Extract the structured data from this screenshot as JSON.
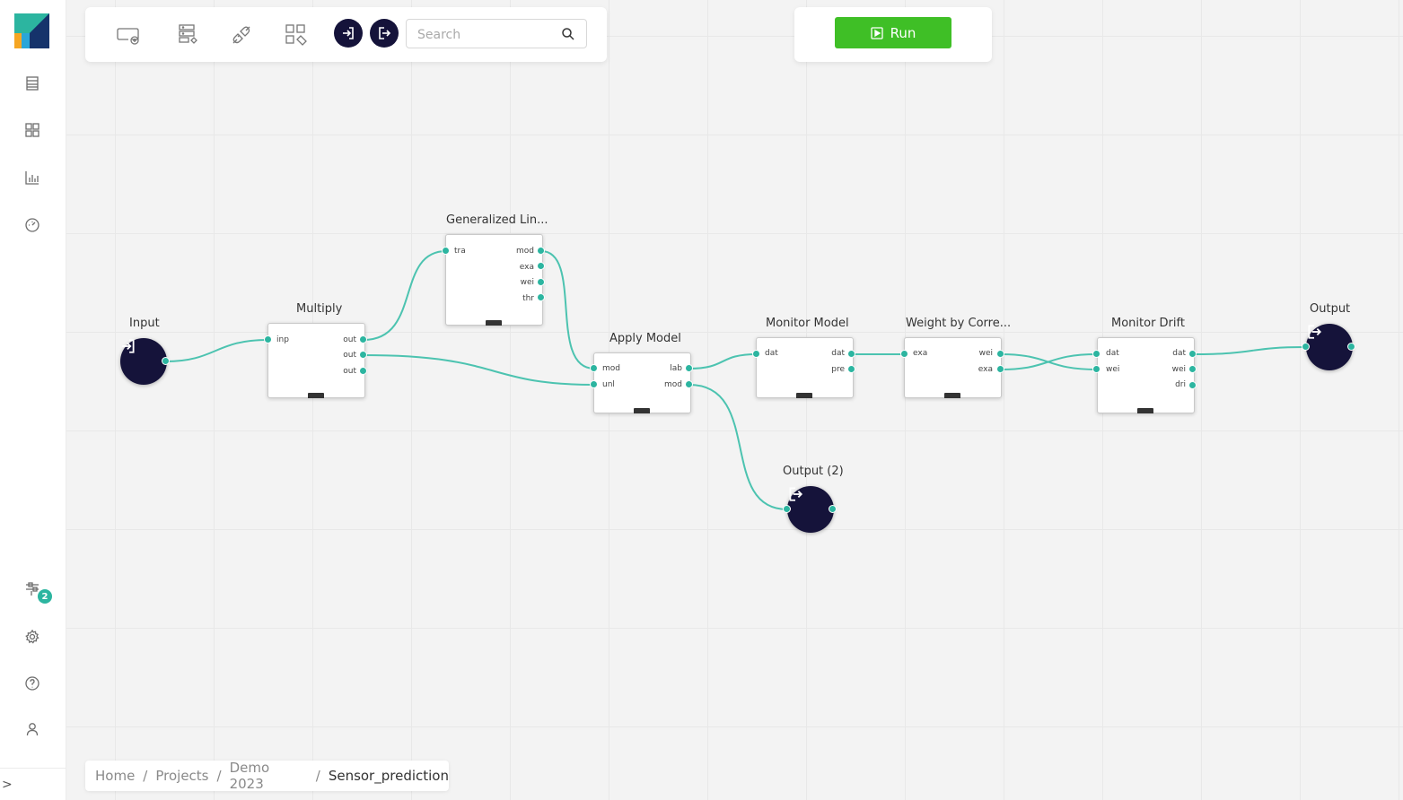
{
  "toolbar": {
    "search_placeholder": "Search"
  },
  "run_button": {
    "label": "Run",
    "color": "#3fbf26"
  },
  "sidebar": {
    "items": [
      "grid-list-icon",
      "dashboard-icon",
      "bar-chart-icon",
      "gauge-icon"
    ],
    "bottom_items": [
      "deployments-icon",
      "gear-icon",
      "help-icon",
      "user-icon"
    ],
    "badge_count": "2",
    "collapse": ">"
  },
  "workflow": {
    "connection_color": "#4cc3b0",
    "io_color": "#15133a",
    "nodes": {
      "input": {
        "label": "Input"
      },
      "multiply": {
        "label": "Multiply",
        "ports_in": [
          "inp"
        ],
        "ports_out": [
          "out",
          "out",
          "out"
        ]
      },
      "glm": {
        "label": "Generalized Lin...",
        "ports_in": [
          "tra"
        ],
        "ports_out": [
          "mod",
          "exa",
          "wei",
          "thr"
        ]
      },
      "apply_model": {
        "label": "Apply Model",
        "ports_in": [
          "mod",
          "unl"
        ],
        "ports_out": [
          "lab",
          "mod"
        ]
      },
      "monitor_model": {
        "label": "Monitor Model",
        "ports_in": [
          "dat"
        ],
        "ports_out": [
          "dat",
          "pre"
        ]
      },
      "weight_corr": {
        "label": "Weight by Corre...",
        "ports_in": [
          "exa"
        ],
        "ports_out": [
          "wei",
          "exa"
        ]
      },
      "monitor_drift": {
        "label": "Monitor Drift",
        "ports_in": [
          "dat",
          "wei"
        ],
        "ports_out": [
          "dat",
          "wei",
          "dri"
        ]
      },
      "output": {
        "label": "Output"
      },
      "output2": {
        "label": "Output (2)"
      }
    }
  },
  "breadcrumb": {
    "items": [
      "Home",
      "Projects",
      "Demo 2023"
    ],
    "current": "Sensor_prediction",
    "separator": "/"
  }
}
